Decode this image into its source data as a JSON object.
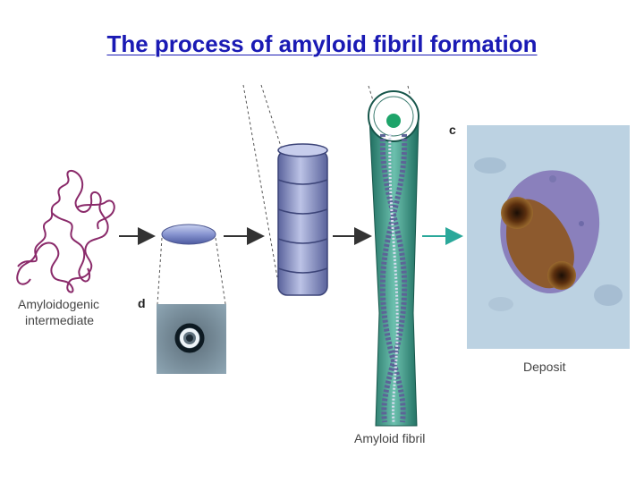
{
  "title": "The process of amyloid fibril formation",
  "labels": {
    "intermediate_line1": "Amyloidogenic",
    "intermediate_line2": "intermediate",
    "fibril": "Amyloid fibril",
    "deposit": "Deposit",
    "panel_c": "c",
    "panel_d": "d"
  },
  "colors": {
    "title": "#1a1ab4",
    "peptide_chain": "#8a2a6a",
    "oligomer": "#8fa0d8",
    "protofilament": "#8a93c8",
    "fibril_sheath": "#2f8f7e",
    "teal_arrow": "#2aa89a",
    "deposit_background": "#b8cfe0"
  }
}
